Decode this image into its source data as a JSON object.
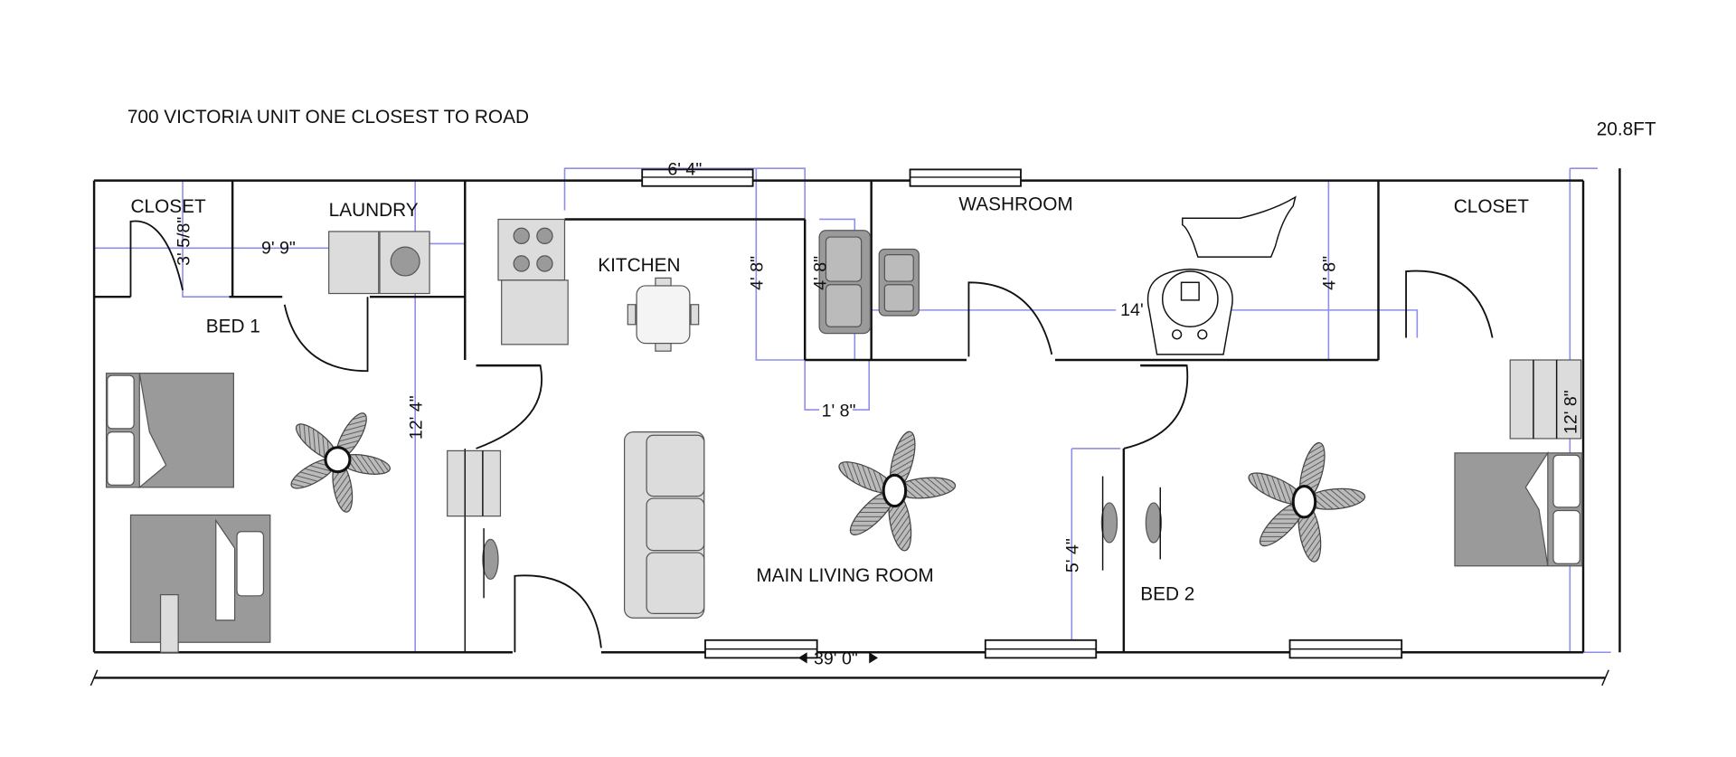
{
  "title": "700 VICTORIA UNIT ONE CLOSEST TO ROAD",
  "width_label": "20.8FT",
  "rooms": {
    "closet_left": "CLOSET",
    "laundry": "LAUNDRY",
    "kitchen": "KITCHEN",
    "washroom": "WASHROOM",
    "closet_right": "CLOSET",
    "bed1": "BED 1",
    "living": "MAIN LIVING ROOM",
    "bed2": "BED 2"
  },
  "dimensions": {
    "kitchen_window": "6' 4\"",
    "laundry_width": "9' 9\"",
    "closet_depth": "3' 5/8\"",
    "kitchen_depth": "4' 8\"",
    "sink_depth": "4' 8\"",
    "sink_offset": "1' 8\"",
    "bed1_depth": "12' 4\"",
    "washroom_width": "14'",
    "washroom_depth": "4' 8\"",
    "bed2_depth": "12' 8\"",
    "bed2_wall": "5' 4\"",
    "total_length": "39' 0\""
  }
}
